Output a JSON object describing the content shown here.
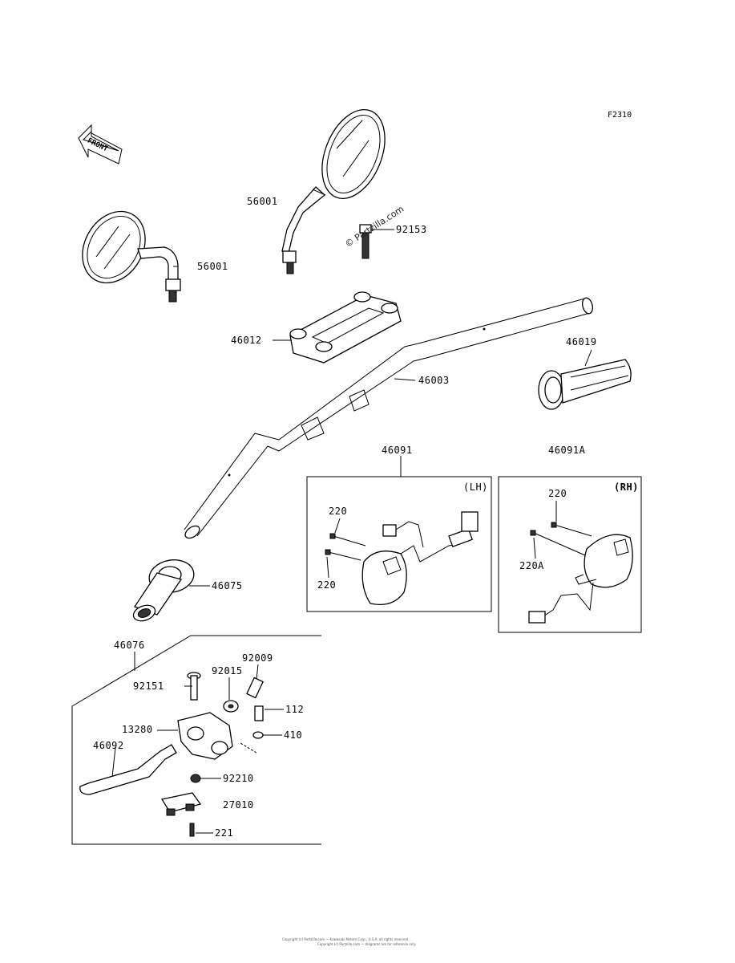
{
  "figure_code": "F2310",
  "front_label": "FRONT",
  "watermark": "© Partzilla.com",
  "box_lh_tag": "(LH)",
  "box_rh_tag": "(RH)",
  "labels": {
    "mirror_right": "56001",
    "mirror_left": "56001",
    "bolt_92153": "92153",
    "holder_46012": "46012",
    "handlebar_46003": "46003",
    "grip_46019": "46019",
    "switch_46091": "46091",
    "switch_46091A": "46091A",
    "screw_220_lh_top": "220",
    "screw_220_lh_bottom": "220",
    "screw_220_rh": "220",
    "screw_220A_rh": "220A",
    "grip_46075": "46075",
    "lever_assy_46076": "46076",
    "bolt_92151": "92151",
    "collar_92015": "92015",
    "screw_92009": "92009",
    "bolt_112": "112",
    "washer_410": "410",
    "holder_13280": "13280",
    "lever_46092": "46092",
    "nut_92210": "92210",
    "switch_27010": "27010",
    "screw_221": "221"
  },
  "footer": {
    "line1": "Copyright (c) Partzilla.com — Kawasaki Motors Corp., U.S.A. all rights reserved",
    "line2": "Copyright (c) Partzilla.com — diagrams are for reference only"
  }
}
